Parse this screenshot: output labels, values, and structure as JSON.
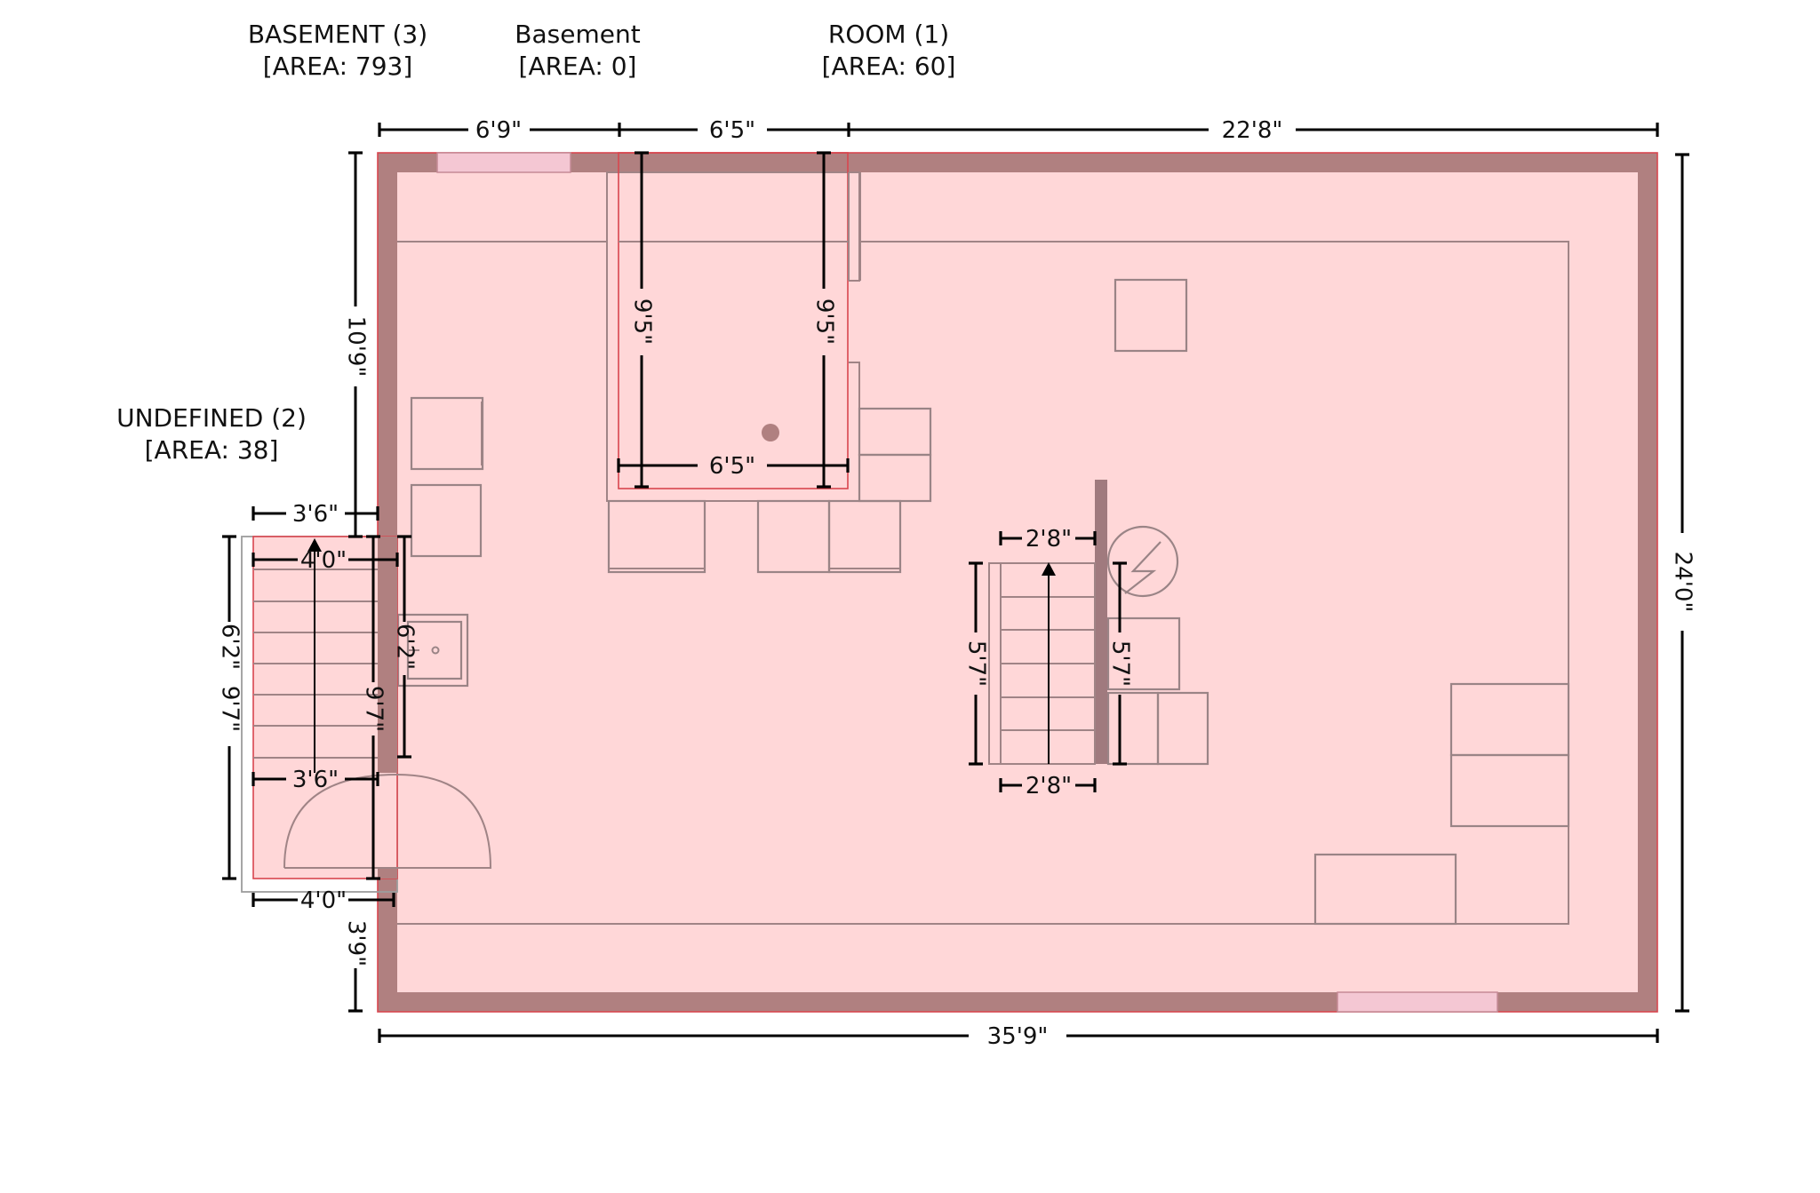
{
  "rooms": [
    {
      "name": "BASEMENT (3)",
      "area": "[AREA: 793]"
    },
    {
      "name": "Basement",
      "area": "[AREA: 0]"
    },
    {
      "name": "ROOM (1)",
      "area": "[AREA: 60]"
    },
    {
      "name": "UNDEFINED (2)",
      "area": "[AREA: 38]"
    }
  ],
  "dimensions": {
    "top_left": "6'9\"",
    "top_mid": "6'5\"",
    "top_right": "22'8\"",
    "bottom_total": "35'9\"",
    "right_total": "24'0\"",
    "left_upper": "10'9\"",
    "left_lower": "3'9\"",
    "room1_left": "9'5\"",
    "room1_right": "9'5\"",
    "room1_bottom": "6'5\"",
    "stair_top_width": "3'6\"",
    "stair_inner_top": "4'0\"",
    "stair_outer_left": "6'2\"",
    "stair_inner_left": "9'7\"",
    "stair_inner_right": "9'7\"",
    "stair_right_outer": "6'2\"",
    "stair_inner_bottom": "3'6\"",
    "stair_bottom_width": "4'0\"",
    "c_stair_top": "2'8\"",
    "c_stair_bottom": "2'8\"",
    "c_stair_left": "5'7\"",
    "c_stair_right": "5'7\""
  },
  "colors": {
    "wall": "#b08080",
    "floor": "#ffd7d8",
    "window": "#f4c7d3",
    "outline": "#d8464f"
  },
  "icons": [
    "stairs-arrow-icon",
    "electrical-panel-icon",
    "door-swing-icon",
    "sink-icon",
    "drain-icon"
  ]
}
